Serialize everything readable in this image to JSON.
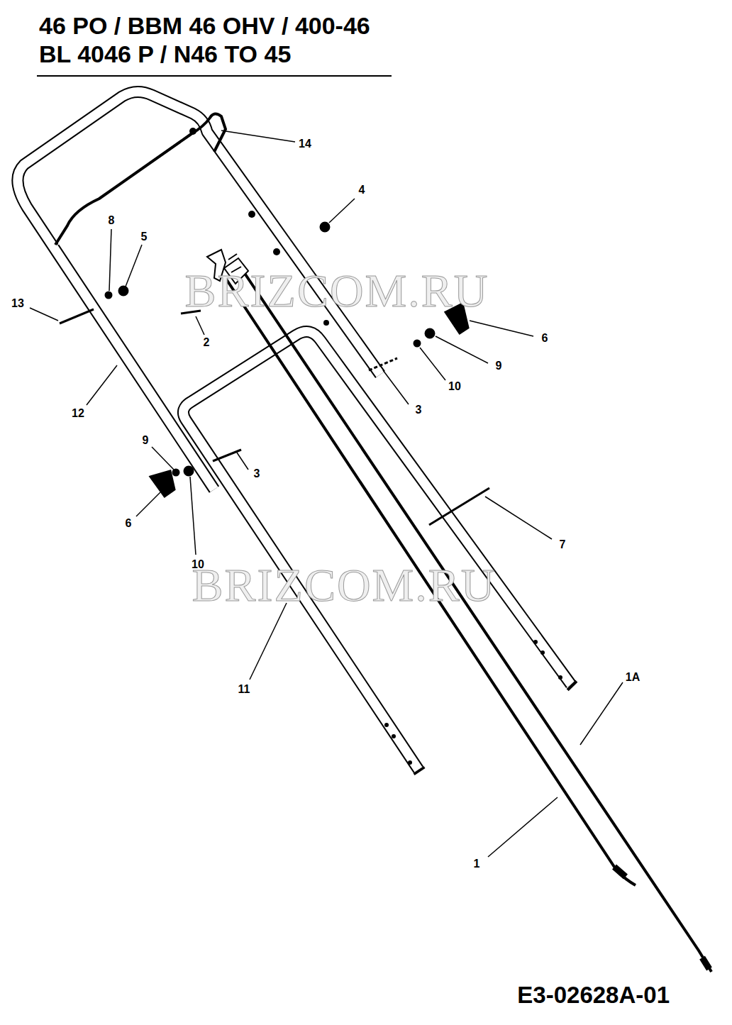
{
  "diagram": {
    "title": "46 PO / BBM 46 OHV / 400-46 BL 4046 P / N46 TO 45",
    "caption": "E3-02628A-01",
    "labels": [
      "14",
      "4",
      "8",
      "5",
      "13",
      "2",
      "BRIZCOM.RU",
      "6",
      "9",
      "10",
      "3",
      "12",
      "9",
      "3",
      "6",
      "10",
      "7",
      "BRIZCOM.RU",
      "11",
      "1A",
      "1"
    ]
  }
}
